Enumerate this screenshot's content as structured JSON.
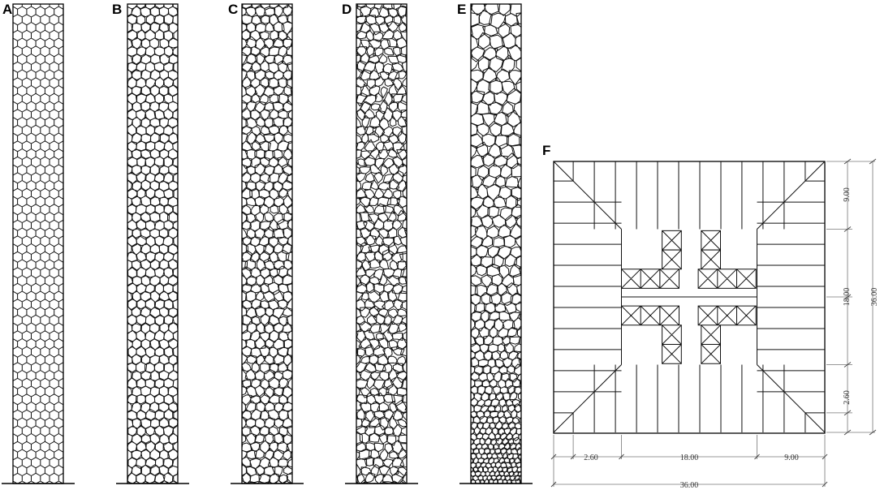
{
  "panels": [
    {
      "label": "A",
      "pattern": "regular-hexagon"
    },
    {
      "label": "B",
      "pattern": "voronoi-low-irregularity"
    },
    {
      "label": "C",
      "pattern": "voronoi-medium-irregularity"
    },
    {
      "label": "D",
      "pattern": "voronoi-high-irregularity"
    },
    {
      "label": "E",
      "pattern": "voronoi-graded-density"
    }
  ],
  "plan": {
    "label": "F",
    "dimensions": {
      "right_top": "9.00",
      "right_middle": "18.00",
      "right_total": "36.00",
      "right_corner": "2.60",
      "bottom_corner": "2.60",
      "bottom_middle": "18.00",
      "bottom_right": "9.00",
      "bottom_total": "36.00"
    }
  }
}
